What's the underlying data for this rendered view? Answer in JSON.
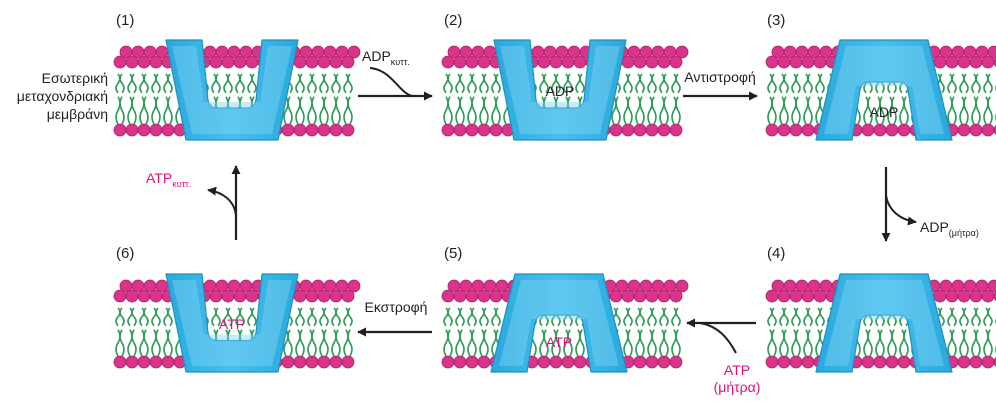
{
  "colors": {
    "protein": "#3ab7e8",
    "protein_light": "#7fd3f3",
    "protein_edge": "#1b92c4",
    "lipid_head": "#d9338a",
    "lipid_tail": "#2e9b57",
    "arrow": "#231f20",
    "atp_text": "#e0107e"
  },
  "membrane_label": [
    "Εσωτερική",
    "μεταχονδριακή",
    "μεμβράνη"
  ],
  "states": [
    {
      "id": "1",
      "number": "(1)",
      "conformation": "open-up",
      "bound": ""
    },
    {
      "id": "2",
      "number": "(2)",
      "conformation": "open-up",
      "bound": "ADP"
    },
    {
      "id": "3",
      "number": "(3)",
      "conformation": "open-down",
      "bound": "ADP"
    },
    {
      "id": "4",
      "number": "(4)",
      "conformation": "open-down",
      "bound": ""
    },
    {
      "id": "5",
      "number": "(5)",
      "conformation": "open-down",
      "bound": "ATP"
    },
    {
      "id": "6",
      "number": "(6)",
      "conformation": "open-up",
      "bound": "ATP"
    }
  ],
  "transitions": {
    "adp_in": {
      "main": "ADP",
      "sub": "κυττ."
    },
    "reversion": "Αντιστροφή",
    "adp_out": {
      "main": "ADP",
      "sub": "(μήτρα)"
    },
    "atp_in": [
      "ATP",
      "(μήτρα)"
    ],
    "eversion": "Εκστροφή",
    "atp_out": {
      "main": "ATP",
      "sub": "κυττ."
    }
  }
}
